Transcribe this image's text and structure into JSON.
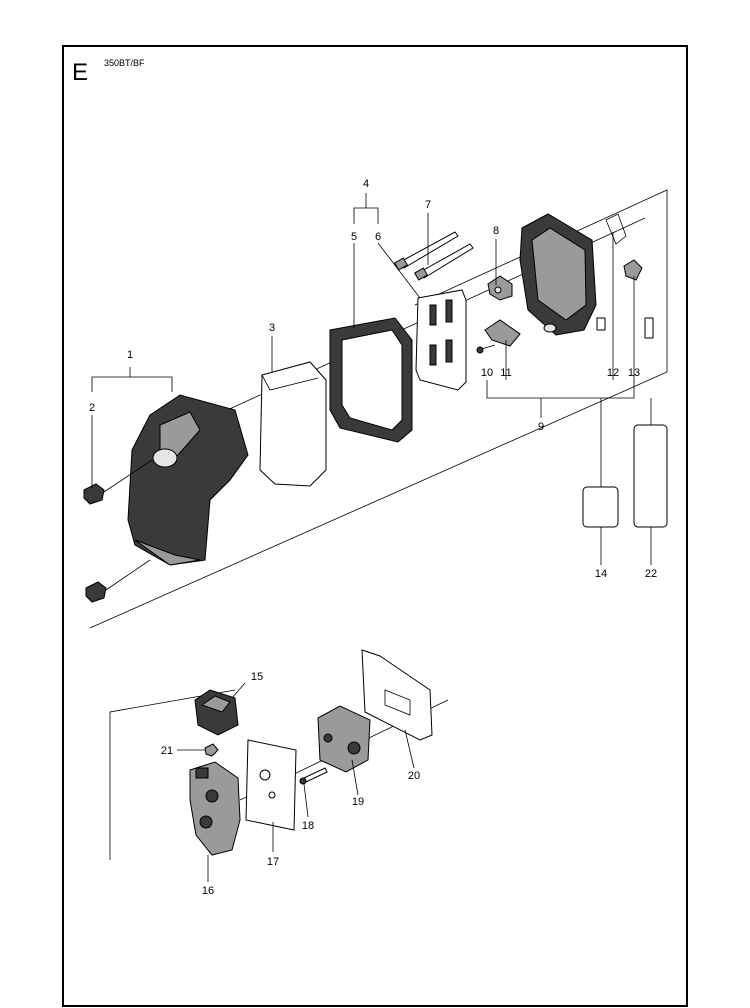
{
  "section_letter": "E",
  "model": "350BT/BF",
  "callouts": [
    "1",
    "2",
    "3",
    "4",
    "5",
    "6",
    "7",
    "8",
    "9",
    "10",
    "11",
    "12",
    "13",
    "14",
    "15",
    "16",
    "17",
    "18",
    "19",
    "20",
    "21",
    "22"
  ]
}
